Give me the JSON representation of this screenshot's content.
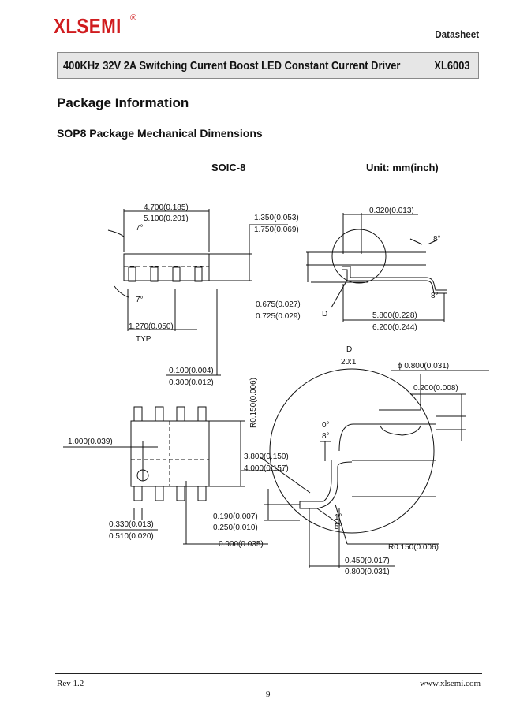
{
  "header": {
    "logo": "XLSEMI",
    "registered": "®",
    "doc_type": "Datasheet",
    "title": "400KHz 32V 2A Switching Current Boost LED Constant Current Driver",
    "part_number": "XL6003"
  },
  "section": {
    "heading": "Package Information",
    "subheading": "SOP8 Package Mechanical Dimensions"
  },
  "drawing": {
    "package_label": "SOIC-8",
    "unit_label": "Unit: mm(inch)",
    "dims": {
      "body_len_min": "4.700(0.185)",
      "body_len_max": "5.100(0.201)",
      "height_min": "1.350(0.053)",
      "height_max": "1.750(0.069)",
      "angle_top": "7°",
      "angle_bottom": "7°",
      "pitch": "1.270(0.050)",
      "pitch_note": "TYP",
      "standoff_min": "0.100(0.004)",
      "standoff_max": "0.300(0.012)",
      "lead_thk_side": "0.320(0.013)",
      "angle_side_1": "8°",
      "angle_side_2": "8°",
      "body_thk_min": "0.675(0.027)",
      "body_thk_max": "0.725(0.029)",
      "detail_label": "D",
      "overall_min": "5.800(0.228)",
      "overall_max": "6.200(0.244)",
      "pin1_offset": "1.000(0.039)",
      "body_w_min": "3.800(0.150)",
      "body_w_max": "4.000(0.157)",
      "lead_w_min": "0.330(0.013)",
      "lead_w_max": "0.510(0.020)",
      "lead_t_min": "0.190(0.007)",
      "lead_t_max": "0.250(0.010)",
      "pin1_dot": "0.900(0.035)",
      "detail_title": "D",
      "detail_scale": "20:1",
      "hole_dia": "ϕ 0.800(0.031)",
      "hole_depth": "0.200(0.008)",
      "radius_top": "R0.150(0.006)",
      "angle_d_top": "0°",
      "angle_d_bot": "8°",
      "angle_foot_1": "1°",
      "angle_foot_2": "5°",
      "radius_bottom": "R0.150(0.006)",
      "foot_min": "0.450(0.017)",
      "foot_max": "0.800(0.031)"
    }
  },
  "footer": {
    "revision": "Rev 1.2",
    "website": "www.xlsemi.com",
    "page_number": "9"
  }
}
